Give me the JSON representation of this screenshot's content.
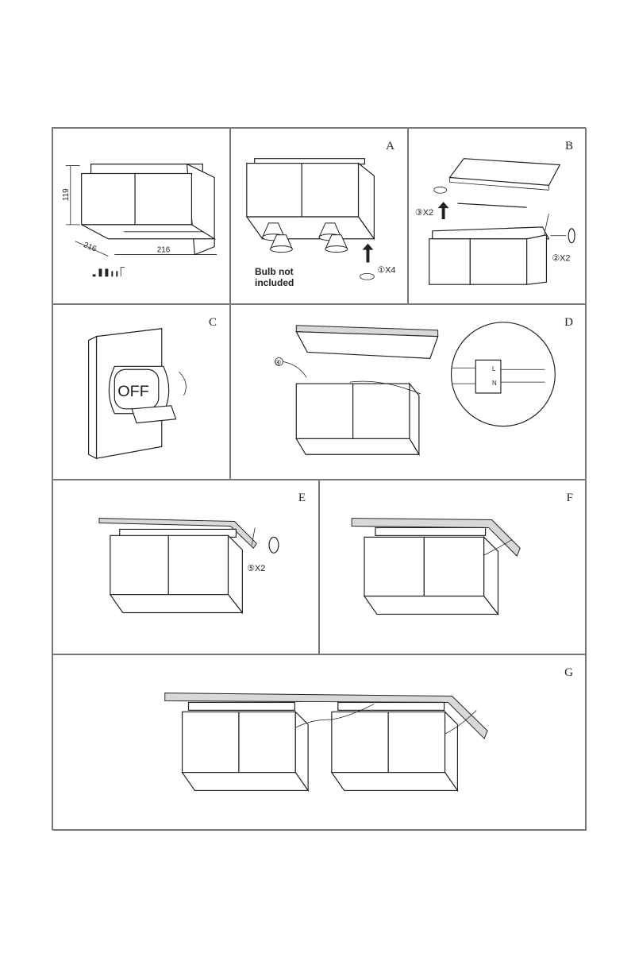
{
  "panels": [
    {
      "id": "dimensions",
      "letter": "",
      "height_dim": "119",
      "depth_dim": "216",
      "width_dim": "216"
    },
    {
      "id": "A",
      "letter": "A",
      "bulb_note": "Bulb not included",
      "step": "①X4"
    },
    {
      "id": "B",
      "letter": "B",
      "step_3": "③X2",
      "step_2": "②X2"
    },
    {
      "id": "C",
      "letter": "C",
      "switch_label": "OFF"
    },
    {
      "id": "D",
      "letter": "D",
      "step": "④",
      "terminal_l": "L",
      "terminal_n": "N"
    },
    {
      "id": "E",
      "letter": "E",
      "step": "⑤X2"
    },
    {
      "id": "F",
      "letter": "F"
    },
    {
      "id": "G",
      "letter": "G"
    }
  ]
}
